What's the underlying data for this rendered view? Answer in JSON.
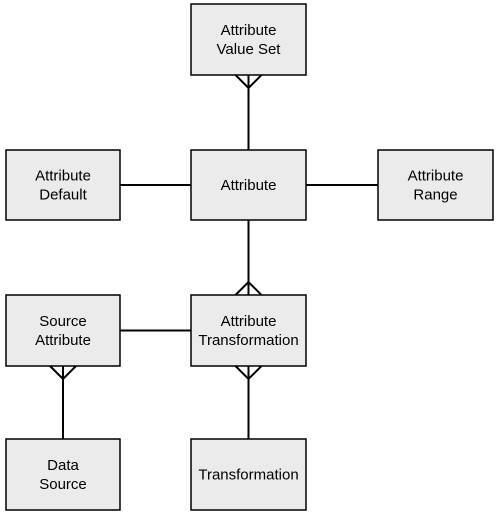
{
  "diagram": {
    "entities": [
      {
        "id": "attribute_value_set",
        "lines": [
          "Attribute",
          "Value Set"
        ]
      },
      {
        "id": "attribute_default",
        "lines": [
          "Attribute",
          "Default"
        ]
      },
      {
        "id": "attribute",
        "lines": [
          "Attribute"
        ]
      },
      {
        "id": "attribute_range",
        "lines": [
          "Attribute",
          "Range"
        ]
      },
      {
        "id": "source_attribute",
        "lines": [
          "Source",
          "Attribute"
        ]
      },
      {
        "id": "attribute_transformation",
        "lines": [
          "Attribute",
          "Transformation"
        ]
      },
      {
        "id": "data_source",
        "lines": [
          "Data",
          "Source"
        ]
      },
      {
        "id": "transformation",
        "lines": [
          "Transformation"
        ]
      }
    ],
    "relationships": [
      {
        "from": "attribute",
        "to": "attribute_value_set",
        "to_cardinality": "many"
      },
      {
        "from": "attribute_default",
        "to": "attribute",
        "to_cardinality": "one"
      },
      {
        "from": "attribute",
        "to": "attribute_range",
        "to_cardinality": "one"
      },
      {
        "from": "attribute",
        "to": "attribute_transformation",
        "to_cardinality": "many"
      },
      {
        "from": "source_attribute",
        "to": "attribute_transformation",
        "to_cardinality": "one"
      },
      {
        "from": "data_source",
        "to": "source_attribute",
        "to_cardinality": "many"
      },
      {
        "from": "transformation",
        "to": "attribute_transformation",
        "to_cardinality": "many"
      }
    ],
    "colors": {
      "box_fill": "#ebebeb",
      "stroke": "#000000",
      "background": "#ffffff"
    }
  }
}
